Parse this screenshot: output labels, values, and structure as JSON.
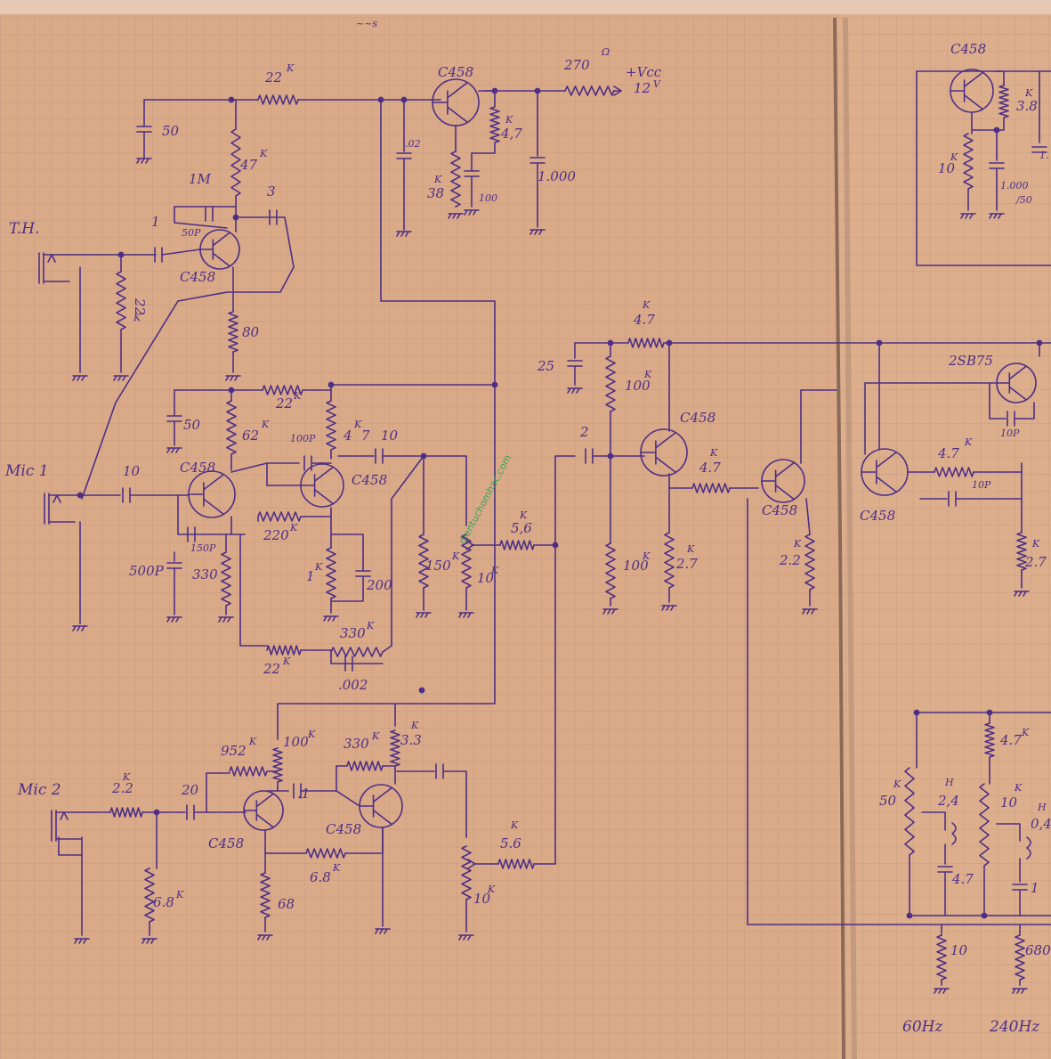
{
  "colors": {
    "paper": "#d9a988",
    "paper_right": "#dcae8c",
    "grid": "#b98f7d",
    "ink": "#4d2f86",
    "watermark": "#3aa35a",
    "fold": "#8a6a58"
  },
  "header": {
    "scribble": "~~s"
  },
  "power": {
    "r_top": "22",
    "r_top_unit": "K",
    "r_feed": "270",
    "r_feed_unit": "Ω",
    "vcc": "+Vcc",
    "vcc_volt": "12",
    "vcc_unit": "V",
    "c_filter": "1.000",
    "c_02": ".02",
    "r_38": "38",
    "r_38_unit": "K",
    "c_100": "100",
    "r_4k7": "4,7",
    "r_4k7_unit": "K",
    "reg_transistor": "C458"
  },
  "th_stage": {
    "input_label": "T.H.",
    "node1": "1",
    "node3": "3",
    "c_50": "50",
    "r_47k": "47",
    "r_47k_unit": "K",
    "r_1m": "1M",
    "c_50p": "50P",
    "r_22": "22",
    "r_22_unit": "K",
    "r_80": "80",
    "transistor": "C458"
  },
  "mic1_stage": {
    "input_label": "Mic 1",
    "c_10": "10",
    "c_50": "50",
    "r_62k": "62",
    "r_62k_unit": "K",
    "r_22k": "22",
    "r_22k_unit": "K",
    "c_100p": "100P",
    "r_4k7": "4",
    "r_4k7_unit": "K",
    "r_4k7_suffix": "7",
    "c_10b": "10",
    "t1": "C458",
    "t2": "C458",
    "c_150p": "150P",
    "c_500p": "500P",
    "r_330": "330",
    "r_220k": "220",
    "r_220k_unit": "K",
    "r_1k": "1",
    "r_1k_unit": "K",
    "c_200": "200",
    "r_150k": "150",
    "r_150k_unit": "K",
    "pot_10k": "10",
    "pot_10k_unit": "K",
    "r_5k6": "5,6",
    "r_5k6_unit": "K",
    "r_22k_fb": "22",
    "r_22k_fb_unit": "K",
    "r_330k": "330",
    "r_330k_unit": "K",
    "c_002": ".002"
  },
  "mic2_stage": {
    "input_label": "Mic 2",
    "r_2k2": "2.2",
    "r_2k2_unit": "K",
    "c_20": "20",
    "r_952k": "952",
    "r_952k_unit": "K",
    "r_100k": "100",
    "r_100k_unit": "K",
    "c_1": ".1",
    "r_330k": "330",
    "r_330k_unit": "K",
    "r_3k3": "3.3",
    "r_3k3_unit": "K",
    "t1": "C458",
    "t2": "C458",
    "r_6k8b": "6.8",
    "r_6k8b_unit": "K",
    "r_6k8": "6.8",
    "r_6k8_unit": "K",
    "r_68": "68",
    "r_5k6": "5.6",
    "r_5k6_unit": "K",
    "pot_10k": "10",
    "pot_10k_unit": "K"
  },
  "mixer": {
    "r_4k7": "4.7",
    "r_4k7_unit": "K",
    "c_25": "25",
    "r_100k": "100",
    "r_100k_unit": "K",
    "node2": "2",
    "t1": "C458",
    "r_4k7b": "4.7",
    "r_4k7b_unit": "K",
    "r_100k_b": "100",
    "r_100k_b_unit": "K",
    "r_2k7": "2.7",
    "r_2k7_unit": "K",
    "t2": "C458",
    "r_2k2": "2.2",
    "r_2k2_unit": "K"
  },
  "right_page": {
    "t_top": "C458",
    "r_3k8": "3.8",
    "r_3k8_unit": "K",
    "r_10k": "10",
    "r_10k_unit": "K",
    "c_1000": "1.000",
    "c_1000_v": "/50",
    "c_cut": "1.",
    "t_2sb": "2SB75",
    "c_10p": "10P",
    "t3": "C458",
    "r_4k7": "4.7",
    "r_4k7_unit": "K",
    "c_10p_b": "10P",
    "r_2k7": "2.7",
    "r_2k7_unit": "K",
    "r_4k7_low": "4.7",
    "r_4k7_low_unit": "K",
    "pot_50k": "50",
    "pot_50k_unit": "K",
    "ind_24": "2,4",
    "ind_24_unit": "H",
    "c_47": "4.7",
    "pot_10k": "10",
    "pot_10k_unit": "K",
    "ind_04": "0,4",
    "ind_04_unit": "H",
    "c_1": "1",
    "r_10": "10",
    "r_680": "680",
    "freq_low": "60Hz",
    "freq_high": "240Hz"
  },
  "watermark": "dientuchomhac.com"
}
